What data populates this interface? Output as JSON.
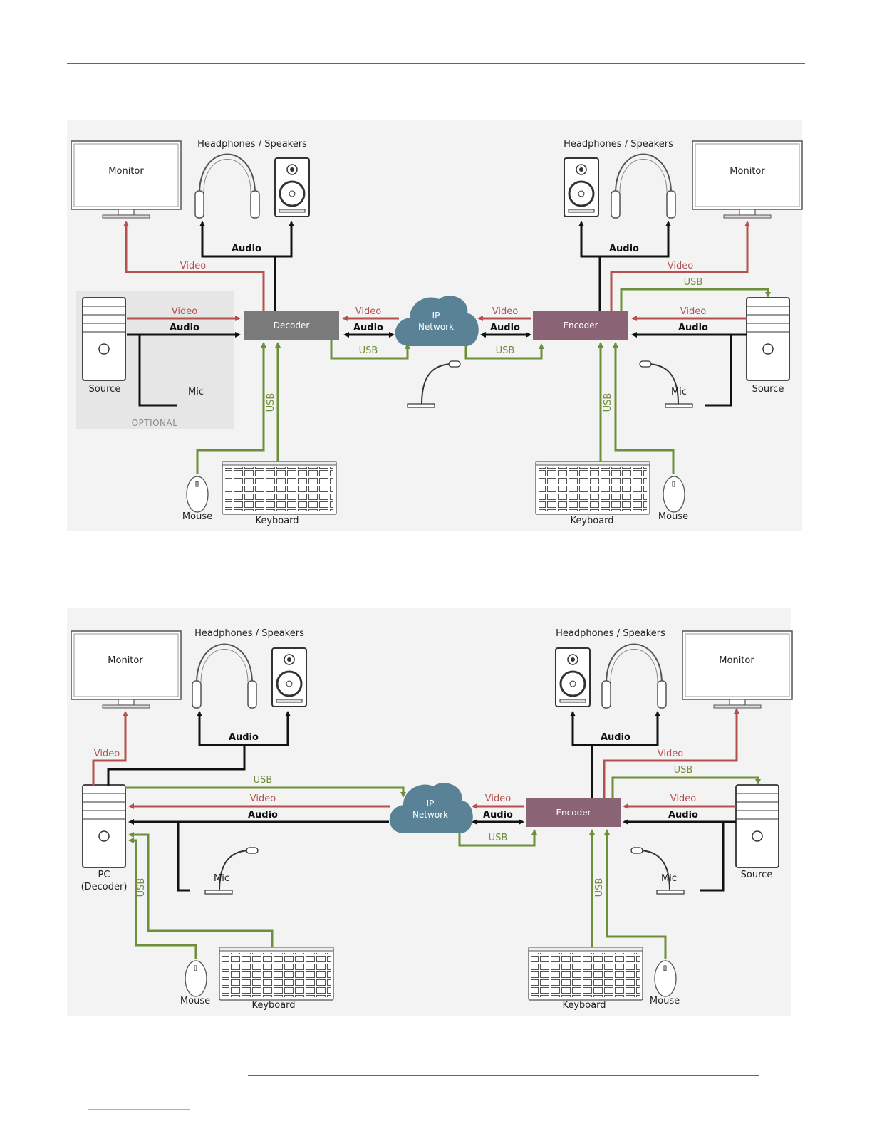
{
  "diagrams": [
    {
      "monitor_left": "Monitor",
      "monitor_right": "Monitor",
      "headphones_left": "Headphones / Speakers",
      "headphones_right": "Headphones / Speakers",
      "source_left": "Source",
      "source_right": "Source",
      "mic_left": "Mic",
      "mic_right": "Mic",
      "optional": "OPTIONAL",
      "decoder": "Decoder",
      "encoder": "Encoder",
      "cloud_line1": "IP",
      "cloud_line2": "Network",
      "mouse_left": "Mouse",
      "mouse_right": "Mouse",
      "keyboard_left": "Keyboard",
      "keyboard_right": "Keyboard",
      "video": "Video",
      "audio": "Audio",
      "usb": "USB"
    },
    {
      "monitor_left": "Monitor",
      "monitor_right": "Monitor",
      "headphones_left": "Headphones / Speakers",
      "headphones_right": "Headphones / Speakers",
      "pc_line1": "PC",
      "pc_line2": "(Decoder)",
      "source_right": "Source",
      "mic_left": "Mic",
      "mic_right": "Mic",
      "encoder": "Encoder",
      "cloud_line1": "IP",
      "cloud_line2": "Network",
      "mouse_left": "Mouse",
      "mouse_right": "Mouse",
      "keyboard_left": "Keyboard",
      "keyboard_right": "Keyboard",
      "video": "Video",
      "audio": "Audio",
      "usb": "USB"
    }
  ],
  "colors": {
    "video": "#b5504e",
    "usb": "#6e8f3a",
    "audio": "#111111",
    "decoder": "#7a7a7a",
    "encoder": "#8a6475",
    "cloud": "#5a8296"
  }
}
